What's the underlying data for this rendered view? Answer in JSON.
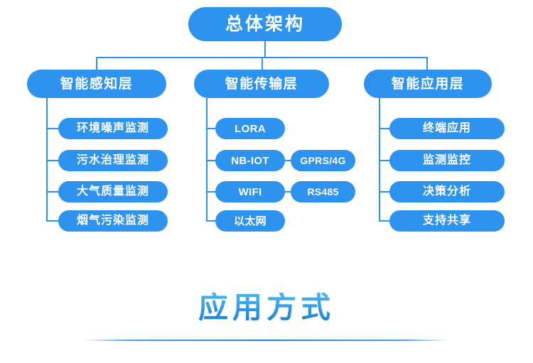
{
  "diagram": {
    "type": "organization-tree",
    "accent_color": "#2d93ee",
    "root": {
      "label": "总体架构"
    },
    "layers": [
      {
        "label": "智能感知层"
      },
      {
        "label": "智能传输层"
      },
      {
        "label": "智能应用层"
      }
    ],
    "columns": [
      {
        "parent": "智能感知层",
        "items": [
          {
            "label": "环境噪声监测"
          },
          {
            "label": "污水治理监测"
          },
          {
            "label": "大气质量监测"
          },
          {
            "label": "烟气污染监测"
          }
        ]
      },
      {
        "parent": "智能传输层",
        "items": [
          {
            "label": "LORA"
          },
          {
            "label": "NB-IOT",
            "side": "GPRS/4G"
          },
          {
            "label": "WIFI",
            "side": "RS485"
          },
          {
            "label": "以太网"
          }
        ]
      },
      {
        "parent": "智能应用层",
        "items": [
          {
            "label": "终端应用"
          },
          {
            "label": "监测监控"
          },
          {
            "label": "决策分析"
          },
          {
            "label": "支持共享"
          }
        ]
      }
    ]
  },
  "footer": {
    "title": "应用方式"
  }
}
